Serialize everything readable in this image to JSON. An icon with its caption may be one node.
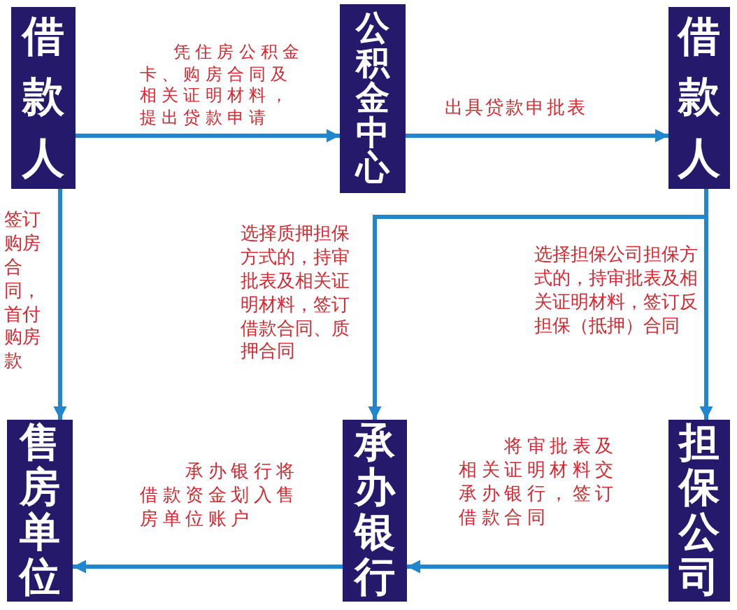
{
  "diagram": {
    "nodes": [
      {
        "text": [
          "借款人"
        ]
      },
      {
        "text": [
          "公积金中心"
        ]
      },
      {
        "text": [
          "借款人"
        ]
      },
      {
        "text": [
          "售房单位"
        ]
      },
      {
        "text": [
          "承办银行"
        ]
      },
      {
        "text": [
          "担保公司"
        ]
      }
    ],
    "edges": [
      {
        "from": 0,
        "to": 1,
        "arrow": "to",
        "label": "凭住房公积金卡、购房合同及相关证明材料，提出贷款申请"
      },
      {
        "from": 1,
        "to": 2,
        "arrow": "to",
        "label": "出具贷款申批表"
      },
      {
        "from": 0,
        "to": 3,
        "arrow": "to",
        "label": "签订购房合同，首付购房款"
      },
      {
        "from": 2,
        "to": 4,
        "arrow": "to",
        "label": "选择质押担保方式的，持审批表及相关证明材料，签订借款合同、质押合同"
      },
      {
        "from": 2,
        "to": 5,
        "arrow": "to",
        "label": "选择担保公司担保方式的，持审批表及相关证明材料，签订反担保（抵押）合同"
      },
      {
        "from": 5,
        "to": 4,
        "arrow": "to",
        "label": "将审批表及相关证明材料交承办银行，签订借款合同"
      },
      {
        "from": 4,
        "to": 3,
        "arrow": "to",
        "label": "承办银行将借款资金划入售房单位账户"
      }
    ]
  }
}
